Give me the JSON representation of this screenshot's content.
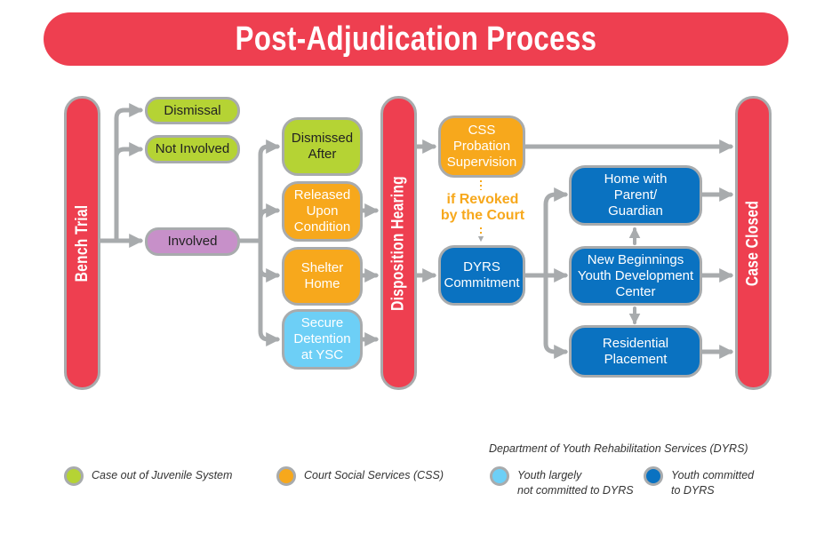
{
  "title": "Post-Adjudication Process",
  "pills": {
    "bench_trial": "Bench Trial",
    "disposition_hearing": "Disposition Hearing",
    "case_closed": "Case Closed"
  },
  "nodes": {
    "dismissal": "Dismissal",
    "not_involved": "Not Involved",
    "involved": "Involved",
    "dismissed_after": "Dismissed\nAfter",
    "released_upon_condition": "Released\nUpon\nCondition",
    "shelter_home": "Shelter\nHome",
    "secure_detention": "Secure\nDetention\nat YSC",
    "css_probation": "CSS\nProbation\nSupervision",
    "dyrs_commitment": "DYRS\nCommitment",
    "home_with_parent": "Home with\nParent/\nGuardian",
    "new_beginnings": "New Beginnings\nYouth Development\nCenter",
    "residential_placement": "Residential\nPlacement"
  },
  "revoked_label": "if Revoked\nby the Court",
  "legend": {
    "dyrs_header": "Department of Youth Rehabilitation Services (DYRS)",
    "items": [
      {
        "label": "Case out of Juvenile System",
        "color": "#b5d334"
      },
      {
        "label": "Court Social Services (CSS)",
        "color": "#f7a81c"
      },
      {
        "label": "Youth largely\nnot committed to DYRS",
        "color": "#6dcff6"
      },
      {
        "label": "Youth committed\nto DYRS",
        "color": "#0a72c1"
      }
    ]
  },
  "colors": {
    "accent_red": "#ee3f50",
    "connector_gray": "#a8abad",
    "green": "#b5d334",
    "purple": "#c790c9",
    "orange": "#f7a81c",
    "light_blue": "#6dcff6",
    "dark_blue": "#0a72c1"
  }
}
